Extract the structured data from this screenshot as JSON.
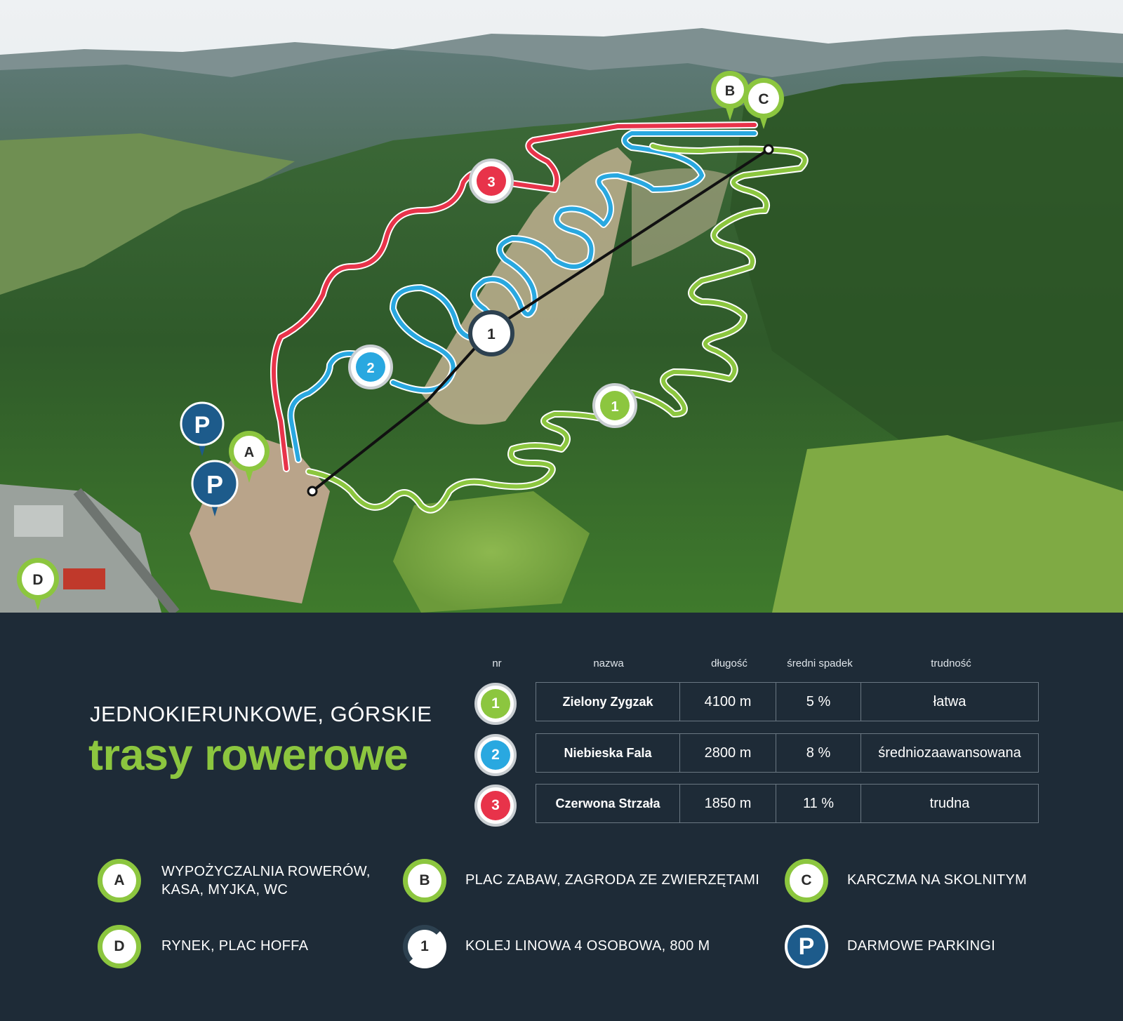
{
  "title": {
    "line1": "JEDNOKIERUNKOWE, GÓRSKIE",
    "line2": "trasy rowerowe"
  },
  "colors": {
    "background": "#1e2b37",
    "green": "#8cc63f",
    "blue": "#29a8e0",
    "red": "#e8334a",
    "parking_blue": "#1d5b8b",
    "lift_line": "#111111"
  },
  "map": {
    "markers": {
      "A": "A",
      "B": "B",
      "C": "C",
      "D": "D",
      "P": "P",
      "lift": "1",
      "trail_1": "1",
      "trail_2": "2",
      "trail_3": "3"
    }
  },
  "table": {
    "headers": {
      "nr": "nr",
      "name": "nazwa",
      "length": "długość",
      "slope": "średni spadek",
      "difficulty": "trudność"
    },
    "rows": [
      {
        "nr": "1",
        "color": "#8cc63f",
        "name": "Zielony Zygzak",
        "length": "4100 m",
        "slope": "5 %",
        "difficulty": "łatwa"
      },
      {
        "nr": "2",
        "color": "#29a8e0",
        "name": "Niebieska Fala",
        "length": "2800 m",
        "slope": "8 %",
        "difficulty": "średniozaawansowana"
      },
      {
        "nr": "3",
        "color": "#e8334a",
        "name": "Czerwona Strzała",
        "length": "1850 m",
        "slope": "11 %",
        "difficulty": "trudna"
      }
    ]
  },
  "legend": {
    "A": {
      "icon": "A",
      "text1": "WYPOŻYCZALNIA ROWERÓW,",
      "text2": "KASA, MYJKA, WC"
    },
    "B": {
      "icon": "B",
      "text1": "PLAC ZABAW, ZAGRODA ZE ZWIERZĘTAMI"
    },
    "C": {
      "icon": "C",
      "text1": "KARCZMA NA SKOLNITYM"
    },
    "D": {
      "icon": "D",
      "text1": "RYNEK, PLAC HOFFA"
    },
    "lift": {
      "icon": "1",
      "text1": "KOLEJ LINOWA 4 OSOBOWA, 800 M"
    },
    "parking": {
      "icon": "P",
      "text1": "DARMOWE PARKINGI"
    }
  }
}
